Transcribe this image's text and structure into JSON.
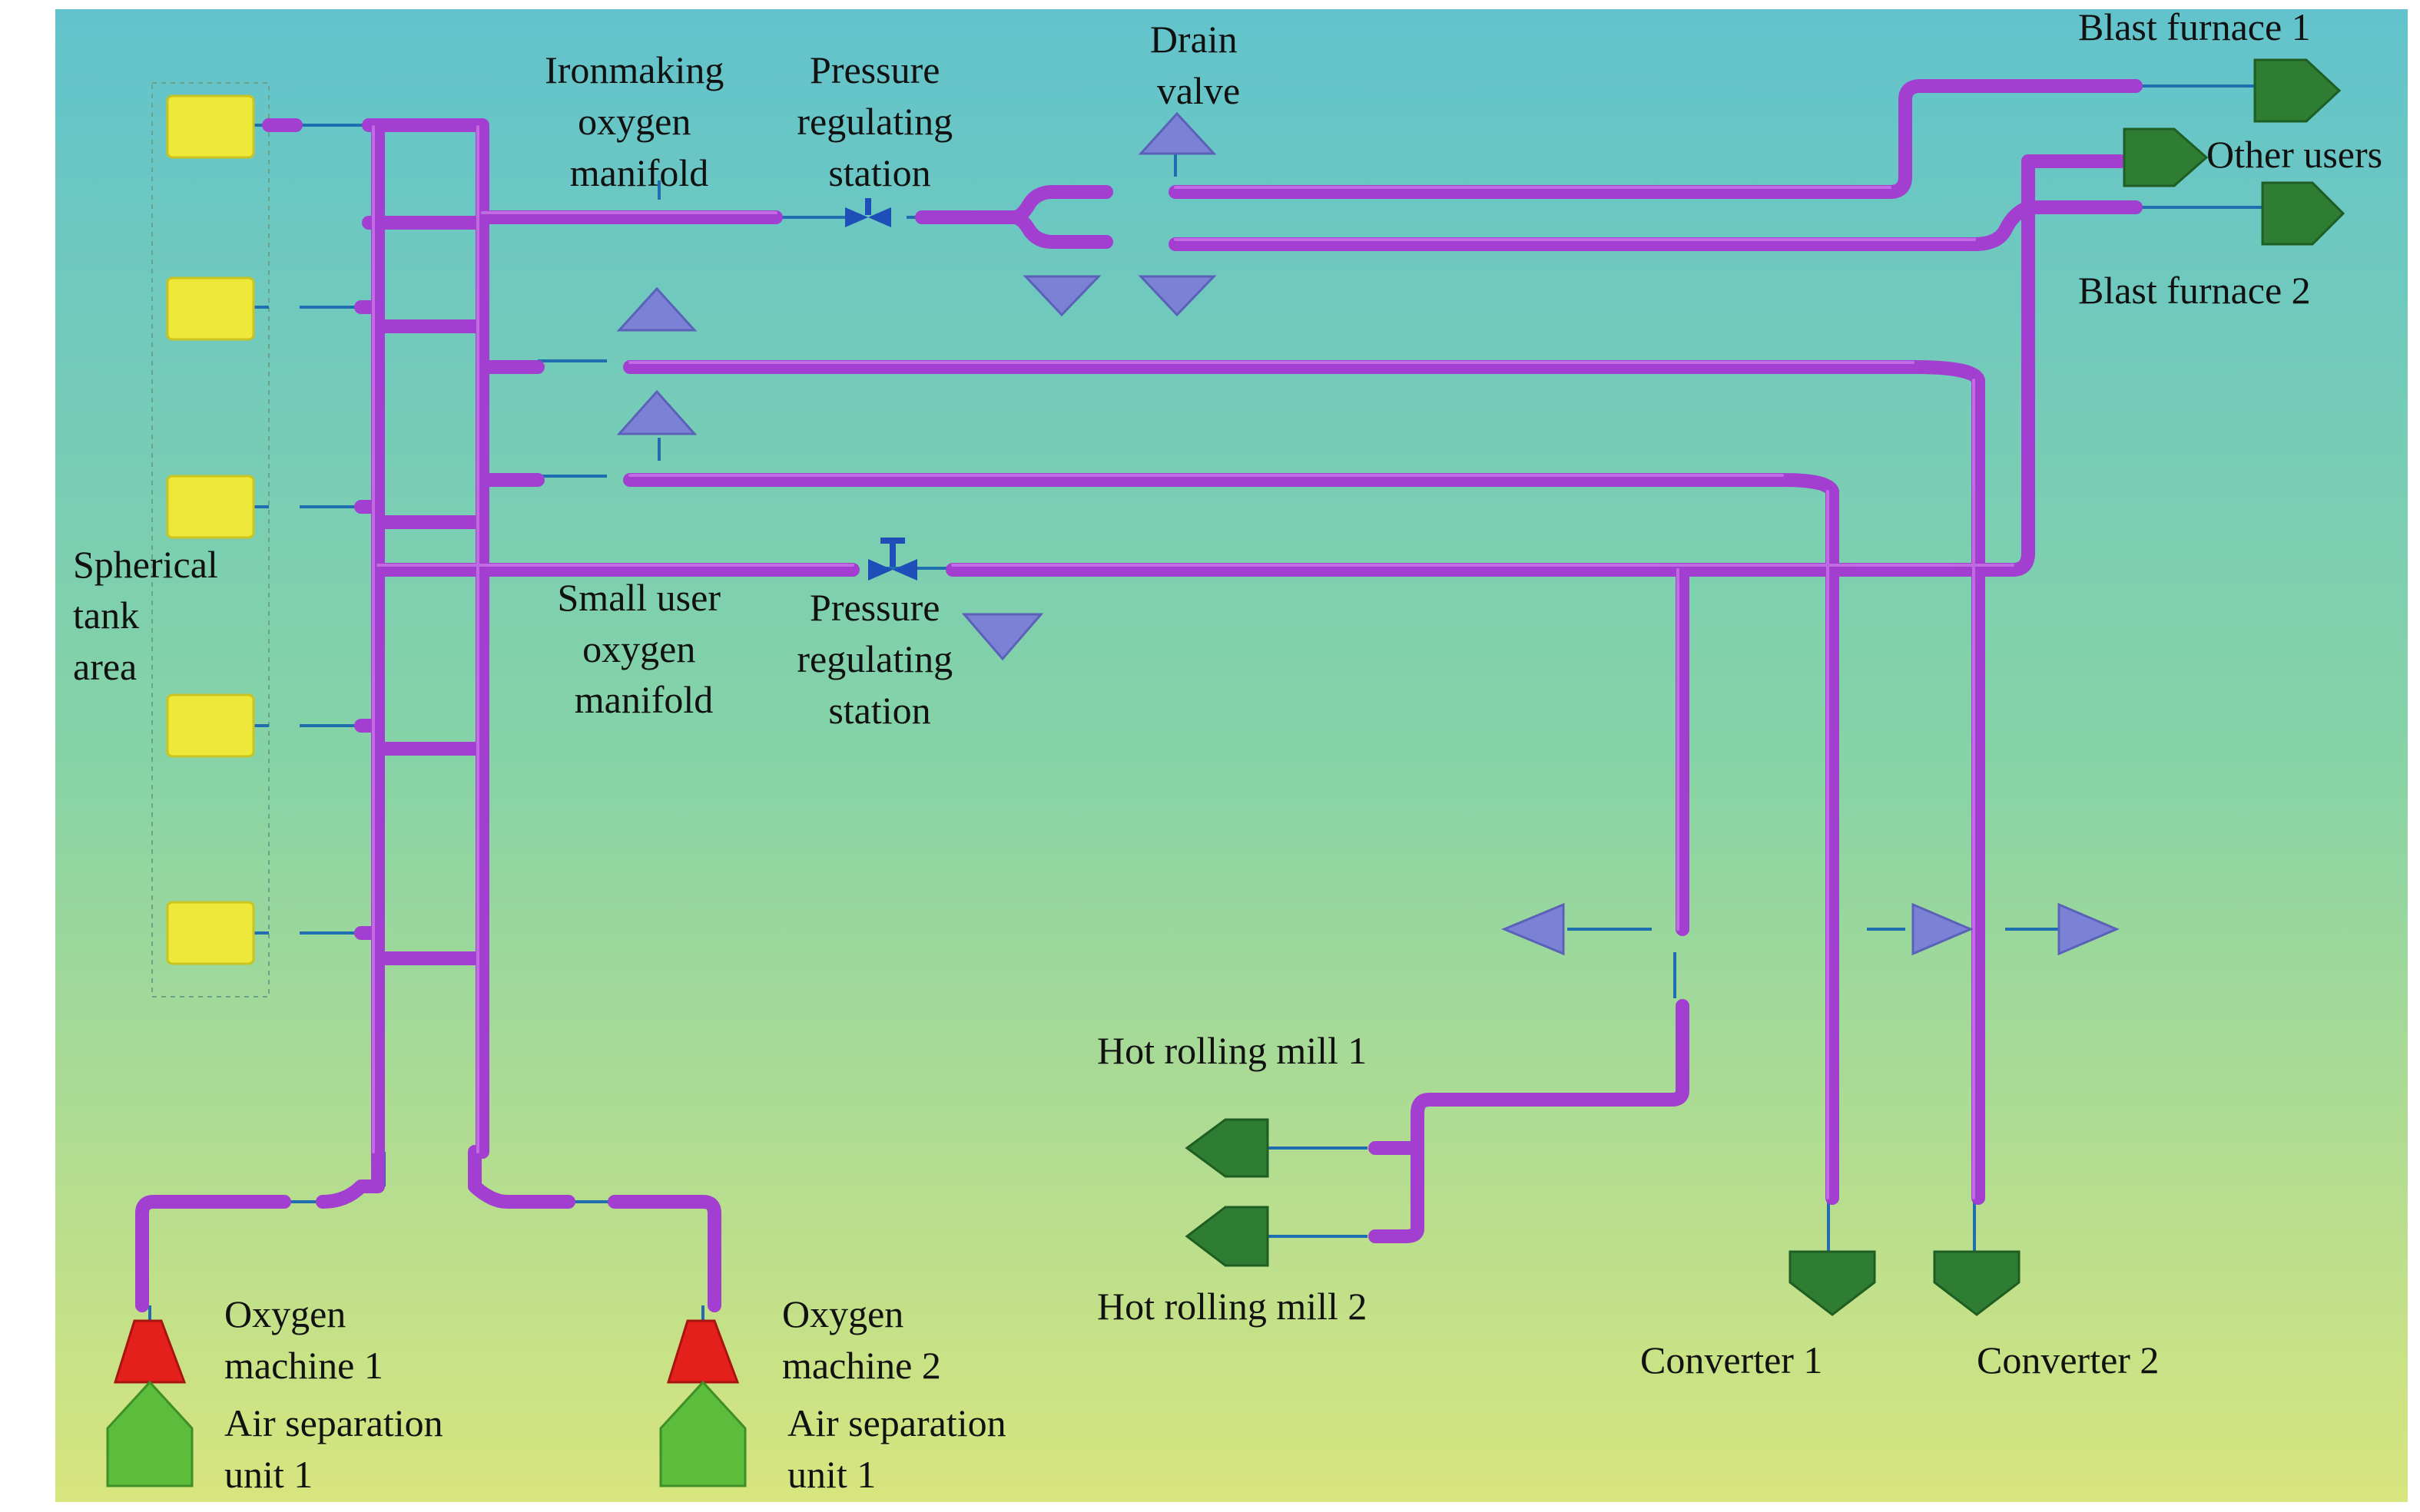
{
  "colors": {
    "bg_top": "#62C3CC",
    "bg_mid": "#86D3A6",
    "bg_bottom": "#D8E57E",
    "pipe": "#A23ED0",
    "pipe_edge": "#C977E8",
    "tank": "#EEE83A",
    "vent": "#7B82D6",
    "user": "#2E7D32",
    "oxygen_machine": "#E3201B",
    "air_separation": "#5CBD3D",
    "valve": "#1E4FB8",
    "link": "#1F6FB0"
  },
  "labels": {
    "ironmaking_manifold": [
      "Ironmaking",
      "oxygen",
      "manifold"
    ],
    "prs_top": [
      "Pressure",
      "regulating",
      "station"
    ],
    "drain_valve": [
      "Drain",
      "valve"
    ],
    "blast_furnace_1": "Blast furnace 1",
    "other_users": "Other users",
    "blast_furnace_2": "Blast furnace 2",
    "spherical_tank_area": [
      "Spherical",
      "tank",
      "area"
    ],
    "small_user_manifold": [
      "Small user",
      "oxygen",
      "manifold"
    ],
    "prs_bottom": [
      "Pressure",
      "regulating",
      "station"
    ],
    "hot_rolling_mill_1": "Hot rolling mill 1",
    "hot_rolling_mill_2": "Hot rolling mill 2",
    "oxygen_machine_1": [
      "Oxygen",
      "machine 1"
    ],
    "oxygen_machine_2": [
      "Oxygen",
      "machine 2"
    ],
    "air_separation_unit_left": [
      "Air separation",
      "unit 1"
    ],
    "air_separation_unit_right": [
      "Air separation",
      "unit 1"
    ],
    "converter_1": "Converter 1",
    "converter_2": "Converter 2"
  },
  "icons": {
    "tank": "spherical-tank-icon",
    "vent": "vent-triangle-icon",
    "user": "consumer-pentagon-icon",
    "oxygen_machine": "compressor-icon",
    "air_separation": "air-separation-icon",
    "valve": "valve-icon"
  }
}
